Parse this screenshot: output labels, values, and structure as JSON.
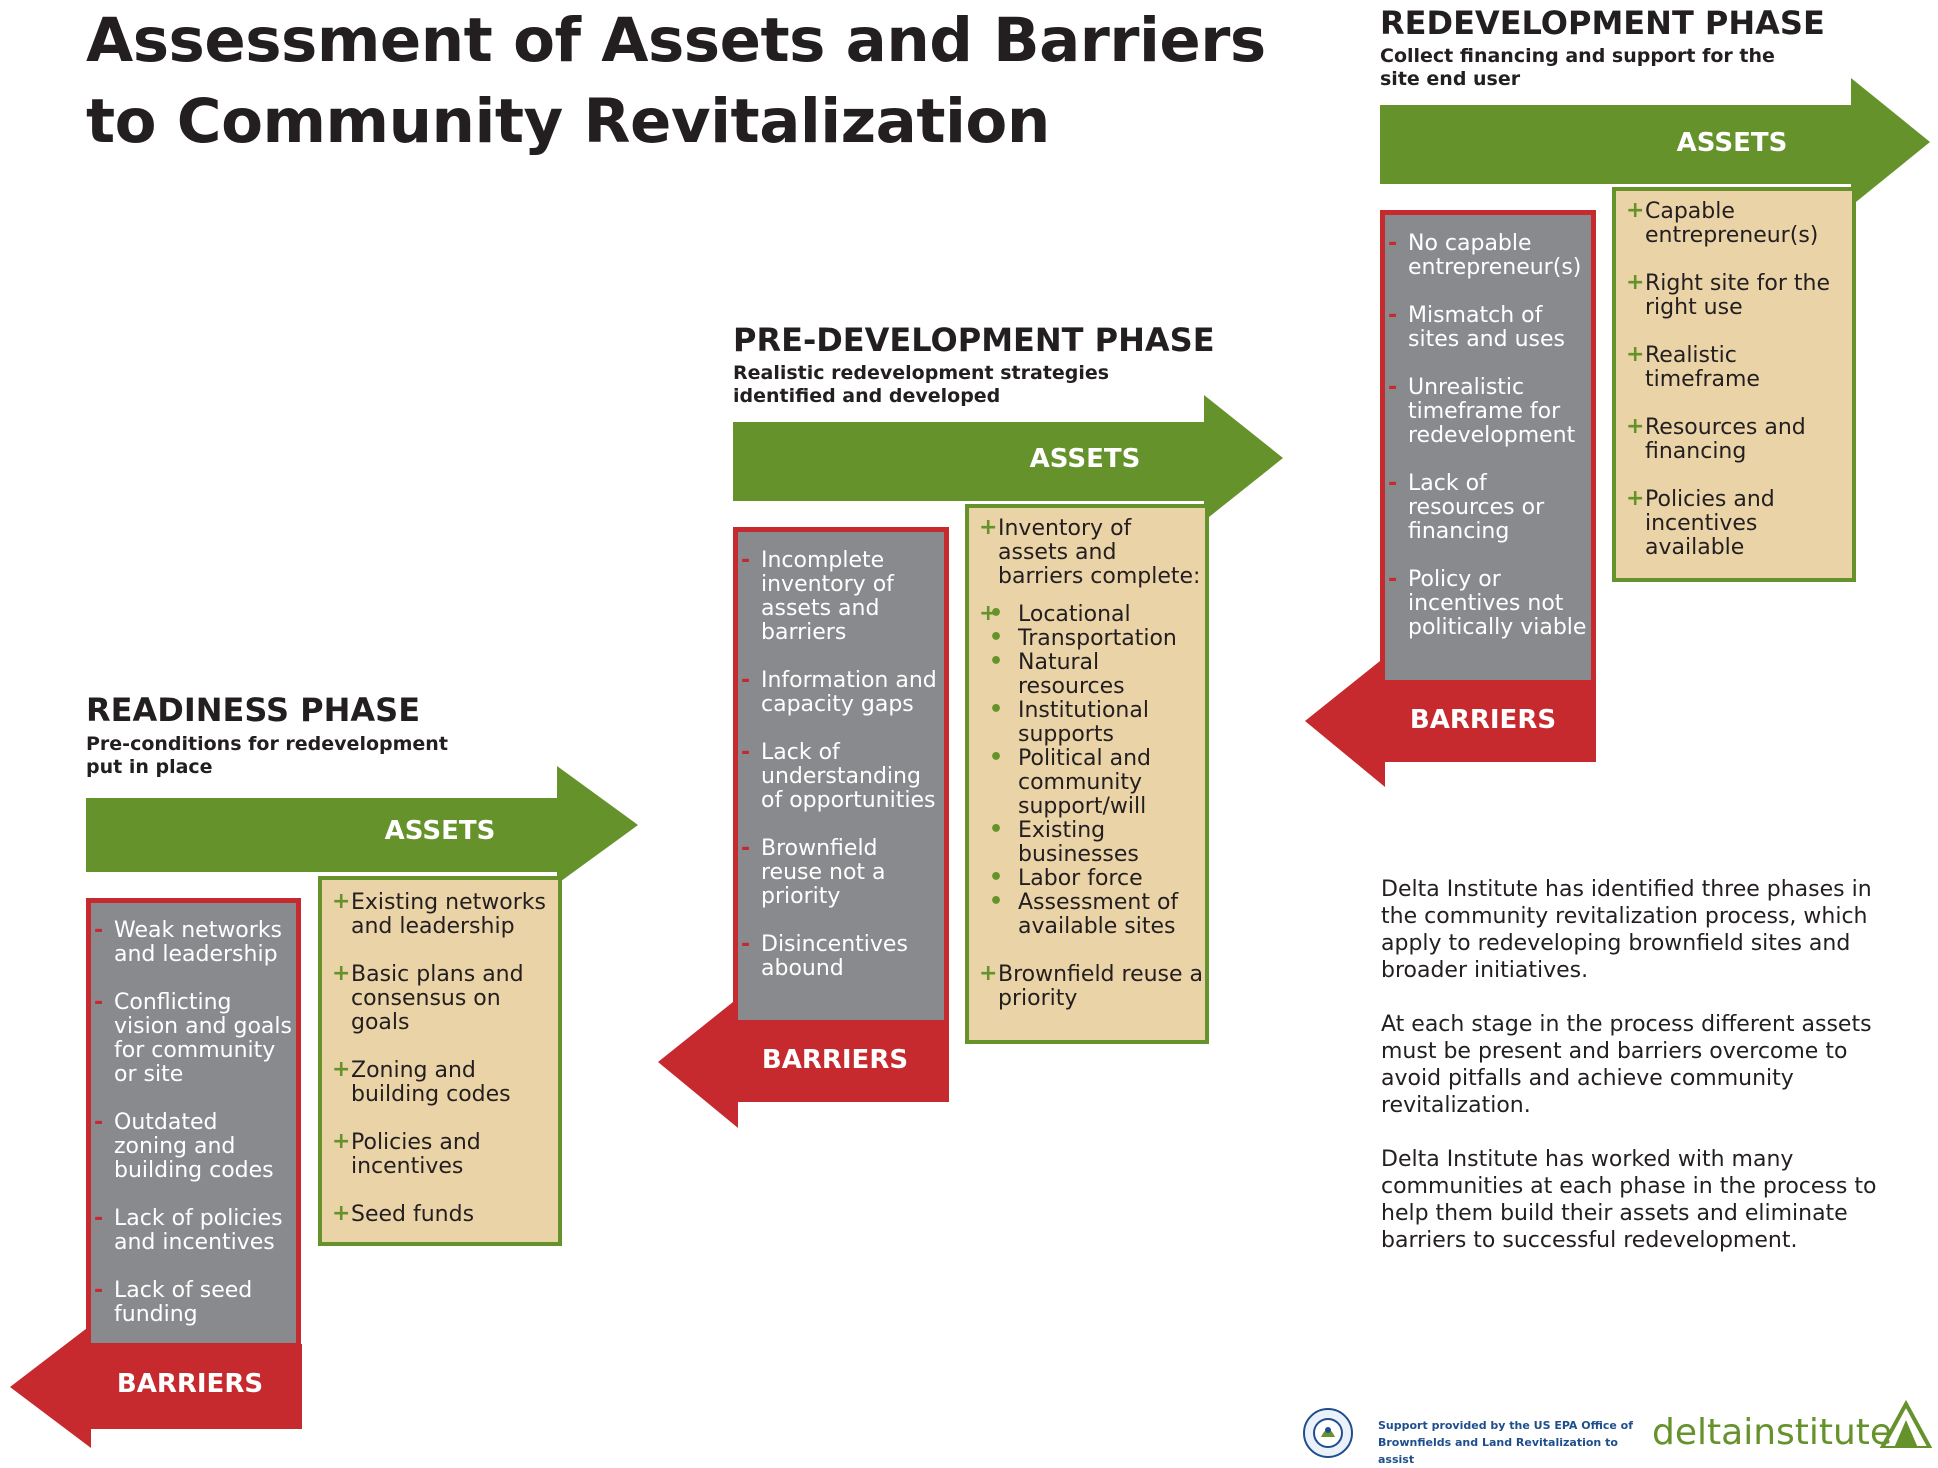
{
  "title_line1": "Assessment of Assets and Barriers",
  "title_line2": "to Community Revitalization",
  "colors": {
    "assets_green": "#66922c",
    "barriers_red": "#c62a2e",
    "barriers_fill": "#898a8d",
    "assets_fill": "#ead3a6"
  },
  "phases": {
    "readiness": {
      "title": "READINESS PHASE",
      "subtitle_line1": "Pre-conditions for redevelopment",
      "subtitle_line2": "put in place",
      "assets_label": "ASSETS",
      "barriers_label": "BARRIERS",
      "barriers": [
        "Weak networks and leadership",
        "Conflicting vision and goals for community or site",
        "Outdated zoning and building codes",
        "Lack of policies and incentives",
        "Lack of seed funding"
      ],
      "assets": [
        "Existing networks and leadership",
        "Basic plans and consensus on goals",
        "Zoning and building codes",
        "Policies and incentives",
        "Seed funds"
      ]
    },
    "predevelopment": {
      "title": "PRE-DEVELOPMENT PHASE",
      "subtitle_line1": "Realistic redevelopment strategies",
      "subtitle_line2": "identified and developed",
      "assets_label": "ASSETS",
      "barriers_label": "BARRIERS",
      "barriers": [
        "Incomplete inventory of assets and barriers",
        "Information and capacity gaps",
        "Lack of understanding of opportunities",
        "Brownfield reuse not a priority",
        "Disincentives abound"
      ],
      "assets_intro": "Inventory of assets and barriers complete:",
      "assets_sub": [
        "Locational",
        "Transportation",
        "Natural resources",
        "Institutional supports",
        "Political and community support/will",
        "Existing businesses",
        "Labor force",
        "Assessment of available sites"
      ],
      "assets_last": "Brownfield reuse a priority"
    },
    "redevelopment": {
      "title": "REDEVELOPMENT PHASE",
      "subtitle_line1": "Collect financing and support for the",
      "subtitle_line2": "site end user",
      "assets_label": "ASSETS",
      "barriers_label": "BARRIERS",
      "barriers": [
        "No capable entrepreneur(s)",
        "Mismatch of sites and uses",
        "Unrealistic timeframe for redevelopment",
        "Lack of resources or financing",
        "Policy or incentives not politically viable"
      ],
      "assets": [
        "Capable entrepreneur(s)",
        "Right site for the right use",
        "Realistic timeframe",
        "Resources and financing",
        "Policies and incentives available"
      ]
    }
  },
  "description": [
    "Delta Institute has identified three phases in the community revitalization process, which apply to redeveloping brownfield sites and broader initiatives.",
    "At each stage in the process different assets must be present and barriers overcome to avoid pitfalls and achieve community revitalization.",
    "Delta Institute has worked with many communities at each phase in the process to help them build their assets and eliminate barriers to successful redevelopment."
  ],
  "footer": {
    "support_line1": "Support provided by the US EPA Office of",
    "support_line2": "Brownfields and Land Revitalization to assist",
    "logo_word1": "delta",
    "logo_word2": "institute",
    "seal_icon": "epa-seal-icon",
    "logo_icon": "delta-triangle-icon"
  }
}
